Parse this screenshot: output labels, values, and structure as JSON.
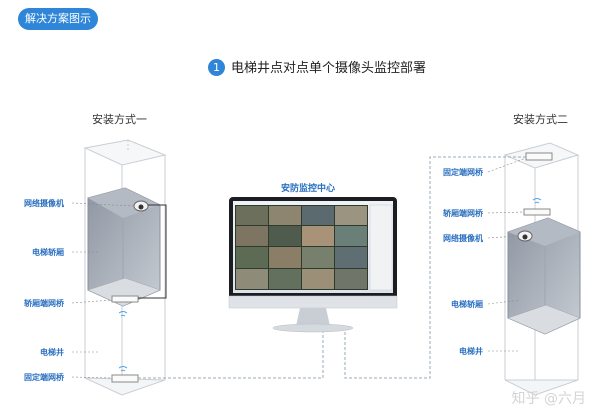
{
  "header_tag": "解决方案图示",
  "title": {
    "number": "1",
    "text": "电梯井点对点单个摄像头监控部署"
  },
  "left": {
    "method": "安装方式一",
    "labels": {
      "camera": "网络摄像机",
      "car": "电梯轿厢",
      "car_bridge": "轿厢端网桥",
      "shaft": "电梯井",
      "fixed_bridge": "固定端网桥"
    }
  },
  "right": {
    "method": "安装方式二",
    "labels": {
      "fixed_bridge": "固定端网桥",
      "car_bridge": "轿厢端网桥",
      "camera": "网络摄像机",
      "car": "电梯轿厢",
      "shaft": "电梯井"
    }
  },
  "center": {
    "title": "安防监控中心"
  },
  "watermark": "知乎 @六月",
  "colors": {
    "accent": "#2f86d8",
    "label": "#2a6fc0",
    "line": "#9aa9b8"
  }
}
